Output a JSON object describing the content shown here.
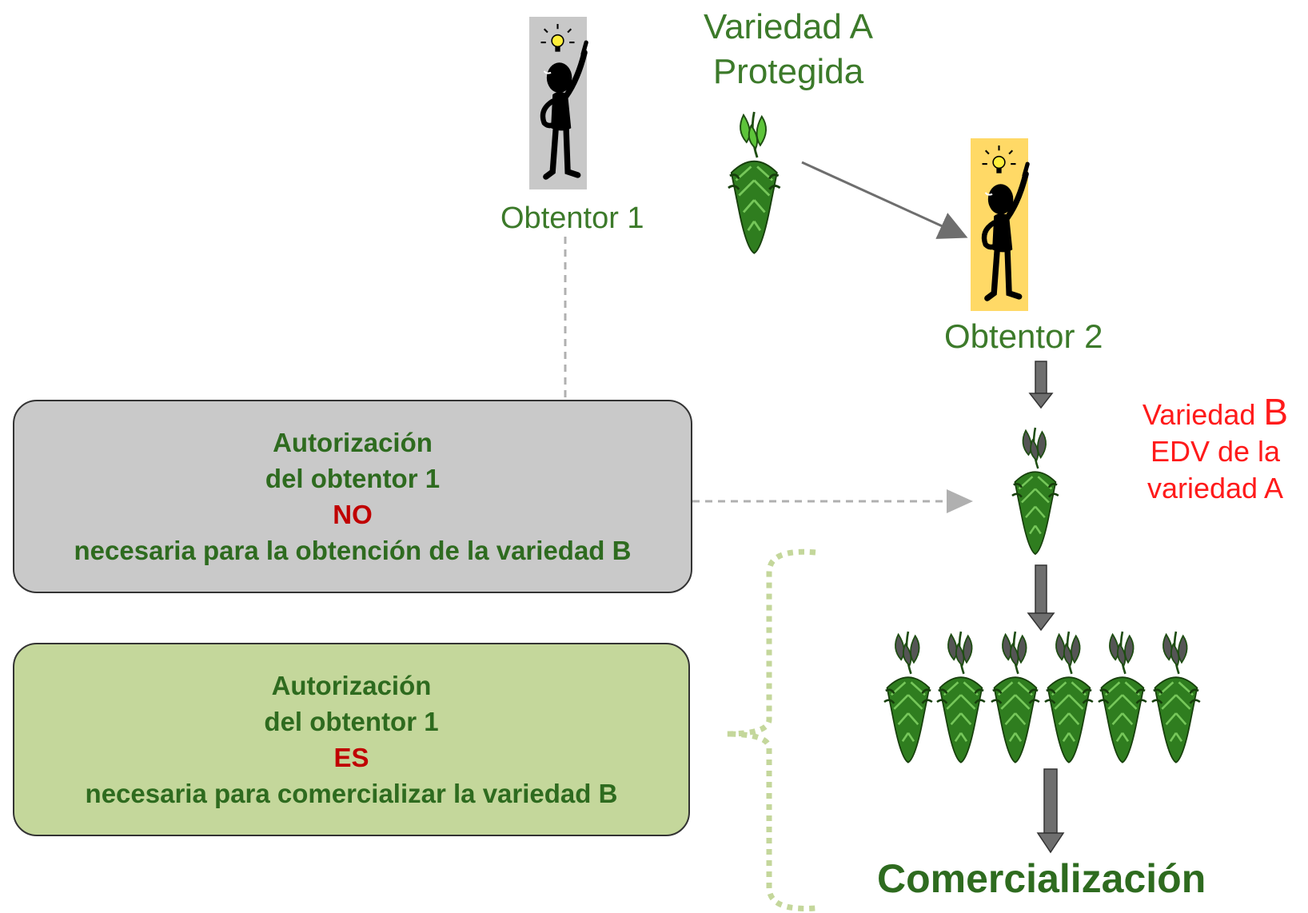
{
  "labels": {
    "variety_a_line1": "Variedad A",
    "variety_a_line2": "Protegida",
    "breeder_1": "Obtentor 1",
    "breeder_2": "Obtentor 2",
    "variety_b_word": "Variedad",
    "variety_b_letter": "B",
    "edv_line1": "EDV de la",
    "edv_line2": "variedad A",
    "commercialization": "Comercialización"
  },
  "box_no": {
    "line1": "Autorización",
    "line2": "del obtentor 1",
    "keyword": "NO",
    "line4": "necesaria para la obtención de la variedad B"
  },
  "box_es": {
    "line1": "Autorización",
    "line2": "del obtentor 1",
    "keyword": "ES",
    "line4": "necesaria para comercializar la variedad B"
  },
  "colors": {
    "label_green": "#3c7a2a",
    "text_dark_green": "#2e6b1f",
    "highlight_red": "#ff1a1a",
    "keyword_dark_red": "#c00000",
    "box_no_fill": "#c9c9c9",
    "box_es_fill": "#c4d79b",
    "breeder_1_bg": "#c8c8c8",
    "breeder_2_bg": "#ffd966",
    "plant_a_green": "#5dc43a",
    "plant_b_dark": "#555555",
    "bracket_green": "#c4d79b",
    "arrow_gray": "#6e6e6e"
  }
}
